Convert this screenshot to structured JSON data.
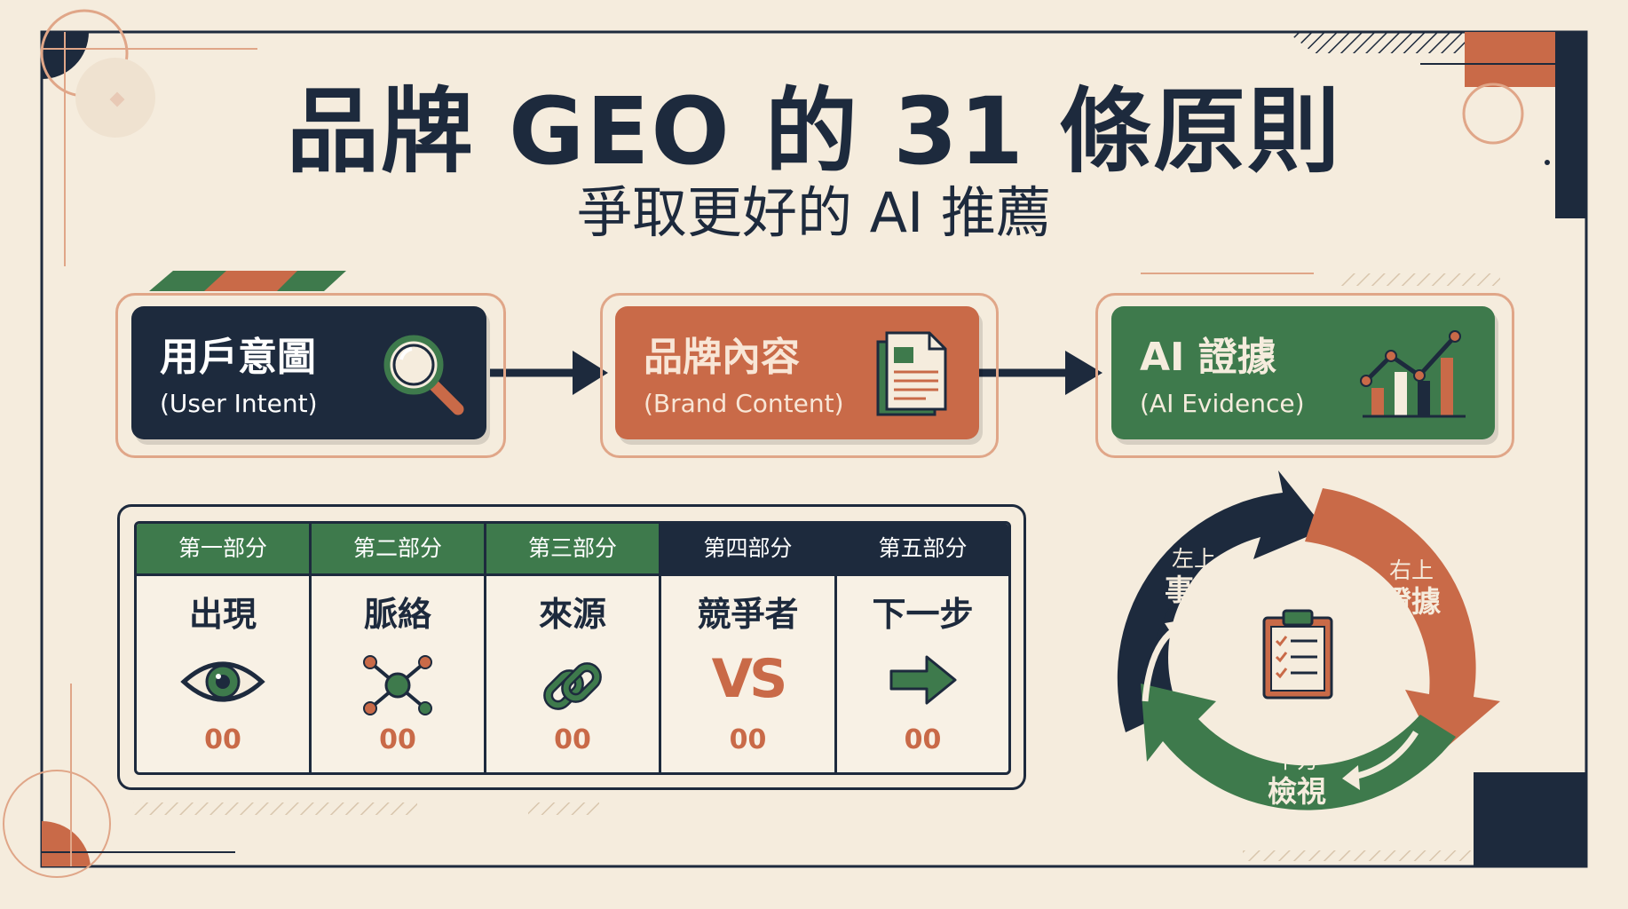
{
  "header": {
    "title": "品牌 GEO 的 31 條原則",
    "subtitle": "爭取更好的 AI 推薦"
  },
  "colors": {
    "navy": "#1d2a3d",
    "terracotta": "#c96a48",
    "green": "#3e7a4c",
    "cream": "#f5ecdd"
  },
  "flow": [
    {
      "title": "用戶意圖",
      "subtitle": "(User Intent)",
      "icon": "magnifier-icon"
    },
    {
      "title": "品牌內容",
      "subtitle": "(Brand Content)",
      "icon": "document-icon"
    },
    {
      "title": "AI 證據",
      "subtitle": "(AI Evidence)",
      "icon": "line-chart-icon"
    }
  ],
  "table": {
    "columns": [
      {
        "header": "第一部分",
        "name": "出現",
        "icon": "eye-icon",
        "value": "00"
      },
      {
        "header": "第二部分",
        "name": "脈絡",
        "icon": "network-icon",
        "value": "00"
      },
      {
        "header": "第三部分",
        "name": "來源",
        "icon": "link-icon",
        "value": "00"
      },
      {
        "header": "第四部分",
        "name": "競爭者",
        "icon": "vs-icon",
        "icon_text": "VS",
        "value": "00"
      },
      {
        "header": "第五部分",
        "name": "下一步",
        "icon": "arrow-right-icon",
        "value": "00"
      }
    ]
  },
  "cycle": {
    "top_left": {
      "small": "左上",
      "big": "事實"
    },
    "top_right": {
      "small": "右上",
      "big": "證據"
    },
    "bottom": {
      "small": "下方",
      "big": "檢視"
    },
    "center_icon": "clipboard-checklist-icon"
  }
}
